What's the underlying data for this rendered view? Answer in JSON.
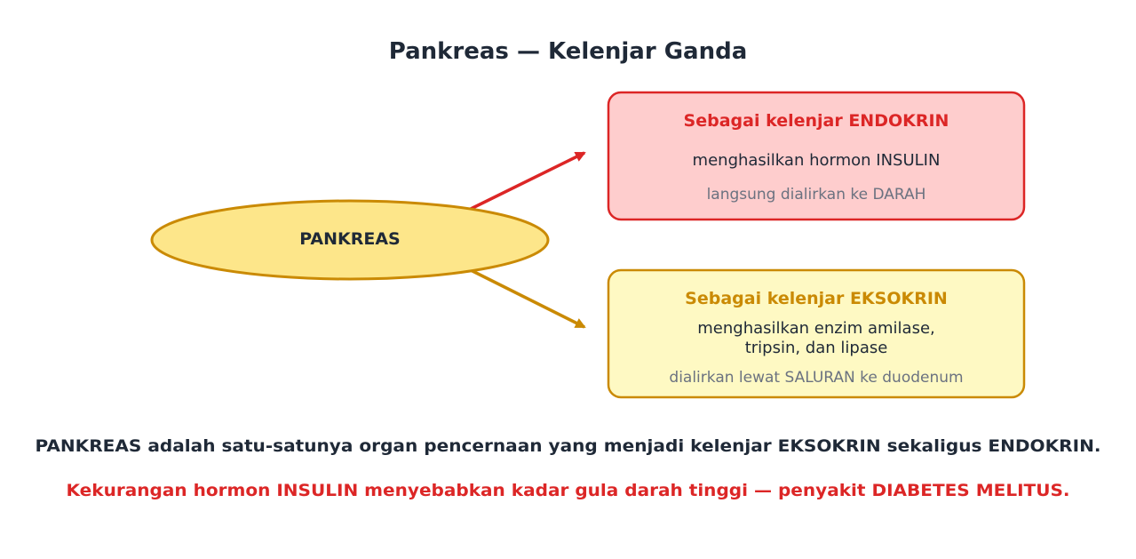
{
  "title": "Pankreas — Kelenjar Ganda",
  "center_node": {
    "label": "PANKREAS"
  },
  "endocrine": {
    "heading": "Sebagai kelenjar ENDOKRIN",
    "line1": "menghasilkan hormon INSULIN",
    "note": "langsung dialirkan ke DARAH"
  },
  "exocrine": {
    "heading": "Sebagai kelenjar EKSOKRIN",
    "line1": "menghasilkan enzim amilase,",
    "line2": "tripsin, dan lipase",
    "note": "dialirkan lewat SALURAN ke duodenum"
  },
  "footer": {
    "statement": "PANKREAS adalah satu-satunya organ pencernaan yang menjadi kelenjar EKSOKRIN sekaligus ENDOKRIN.",
    "warning": "Kekurangan hormon INSULIN menyebabkan kadar gula darah tinggi — penyakit DIABETES MELITUS."
  },
  "colors": {
    "text_dark": "#1f2937",
    "text_muted": "#6b7280",
    "endocrine_accent": "#dc2626",
    "endocrine_fill": "#fecdcd",
    "exocrine_accent": "#ca8a04",
    "exocrine_fill": "#fef9c3",
    "node_fill": "#fde68a",
    "node_stroke": "#ca8a04"
  }
}
